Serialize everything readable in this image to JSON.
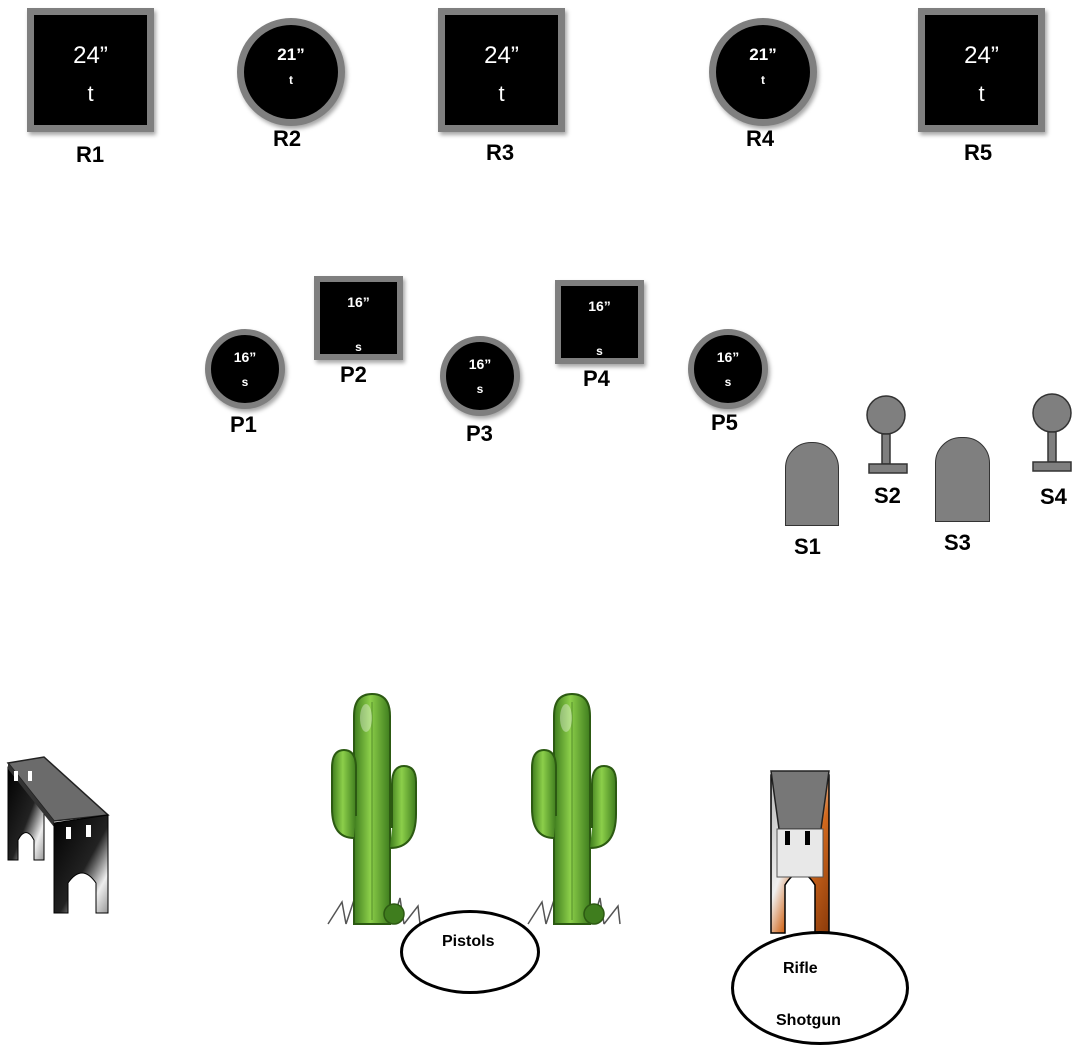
{
  "rifle_targets": [
    {
      "id": "R1",
      "shape": "square",
      "size": "24”",
      "type": "t"
    },
    {
      "id": "R2",
      "shape": "circle",
      "size": "21”",
      "type": "t"
    },
    {
      "id": "R3",
      "shape": "square",
      "size": "24”",
      "type": "t"
    },
    {
      "id": "R4",
      "shape": "circle",
      "size": "21”",
      "type": "t"
    },
    {
      "id": "R5",
      "shape": "square",
      "size": "24”",
      "type": "t"
    }
  ],
  "pistol_targets": [
    {
      "id": "P1",
      "shape": "circle",
      "size": "16”",
      "type": "s"
    },
    {
      "id": "P2",
      "shape": "square",
      "size": "16”",
      "type": "s"
    },
    {
      "id": "P3",
      "shape": "circle",
      "size": "16”",
      "type": "s"
    },
    {
      "id": "P4",
      "shape": "square",
      "size": "16”",
      "type": "s"
    },
    {
      "id": "P5",
      "shape": "circle",
      "size": "16”",
      "type": "s"
    }
  ],
  "shotgun_targets": [
    {
      "id": "S1",
      "shape": "knockdown"
    },
    {
      "id": "S2",
      "shape": "popper"
    },
    {
      "id": "S3",
      "shape": "knockdown"
    },
    {
      "id": "S4",
      "shape": "popper"
    }
  ],
  "positions": {
    "pistols": "Pistols",
    "rifle": "Rifle",
    "shotgun": "Shotgun"
  },
  "props": [
    "table-icon",
    "cactus-icon",
    "cactus-icon",
    "gun-cart-icon"
  ],
  "colors": {
    "target_face": "#000000",
    "target_rim": "#7f7f7f",
    "cactus_green": "#6aa832",
    "cart_orange": "#d2691e"
  }
}
